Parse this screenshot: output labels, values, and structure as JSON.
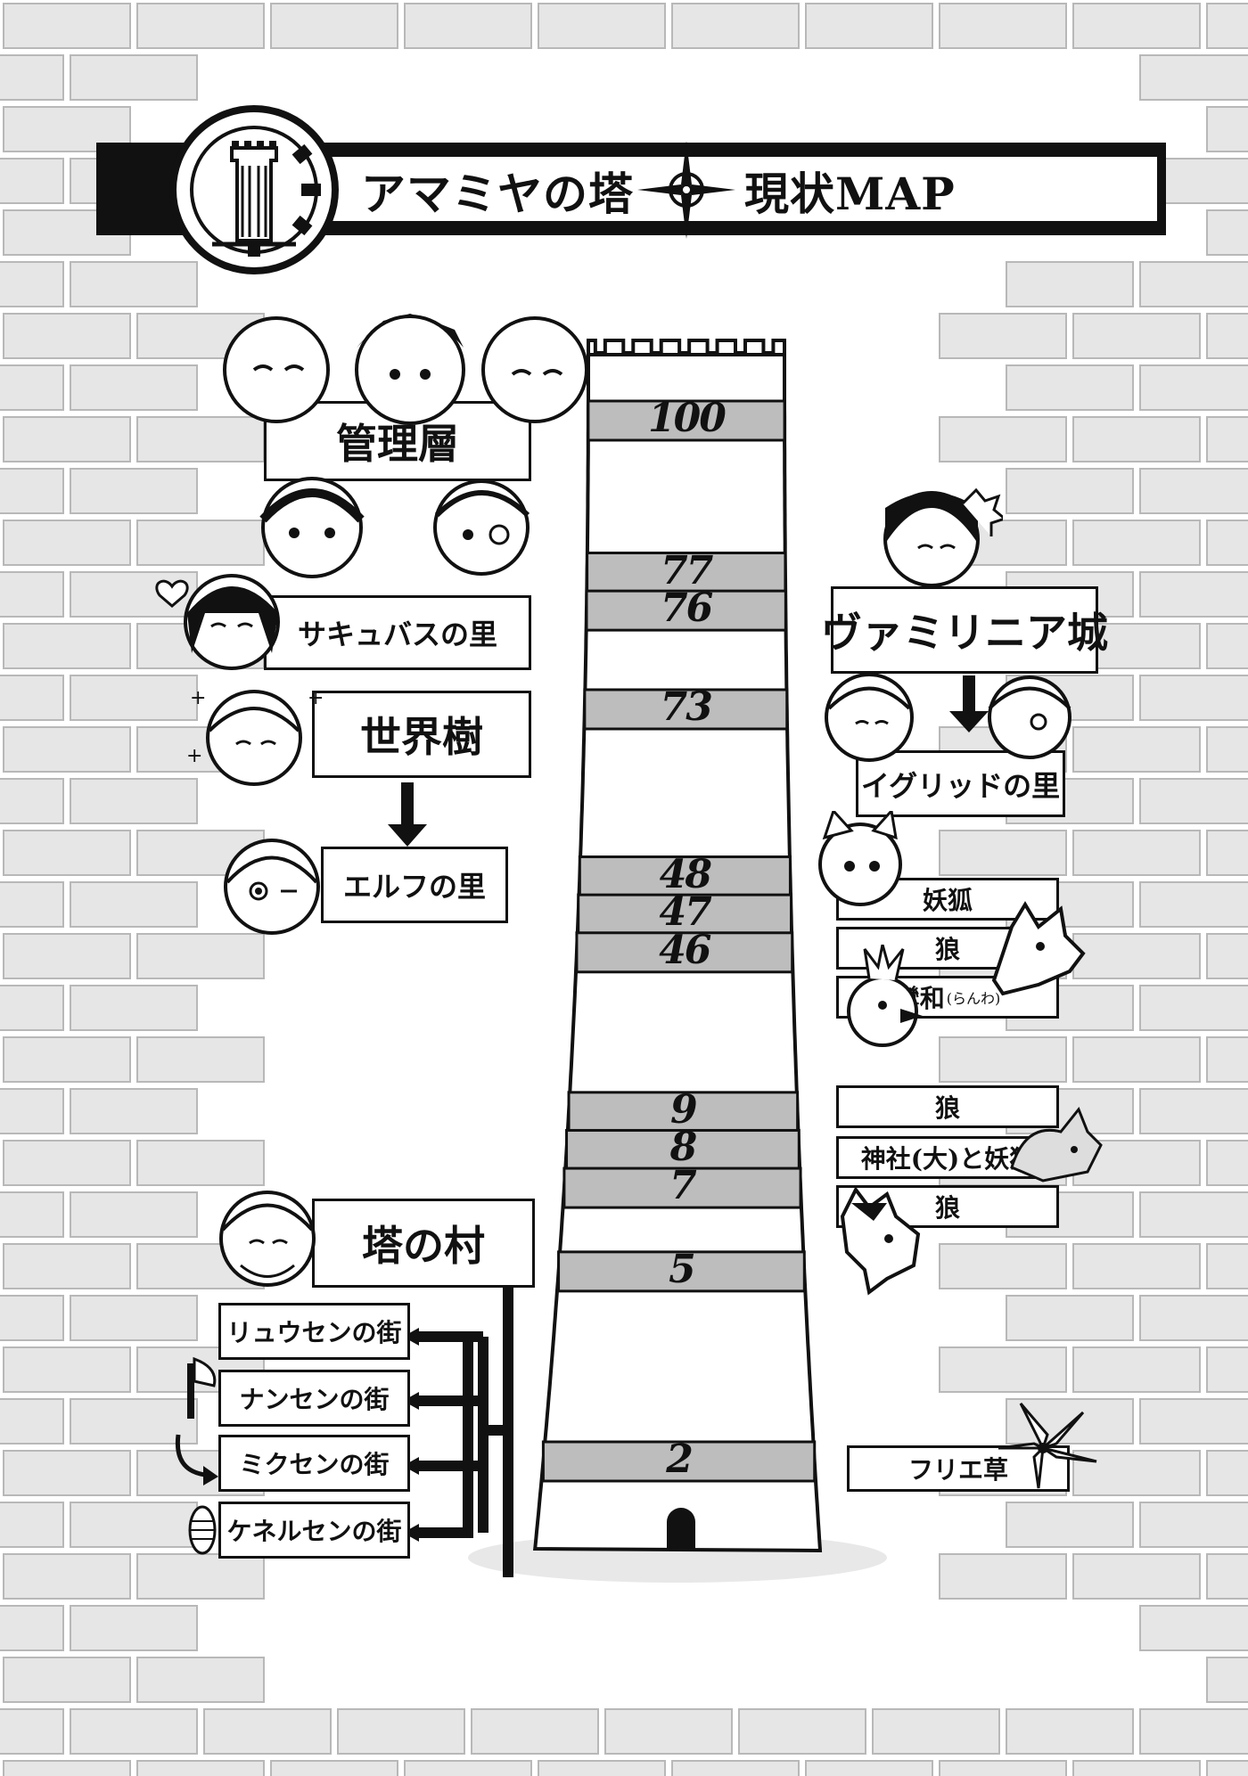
{
  "header": {
    "title_left": "アマミヤの塔",
    "title_right": "現状MAP"
  },
  "tower": {
    "floors": [
      "100",
      "77",
      "76",
      "73",
      "48",
      "47",
      "46",
      "9",
      "8",
      "7",
      "5",
      "2"
    ]
  },
  "left_labels": {
    "kanri": "管理層",
    "succubus": "サキュバスの里",
    "sekaiju": "世界樹",
    "elf": "エルフの里",
    "tou_no_mura": "塔の村",
    "ryusen": "リュウセンの街",
    "nansen": "ナンセンの街",
    "mikusen": "ミクセンの街",
    "kenerusen": "ケネルセンの街"
  },
  "right_labels": {
    "vermillion": "ヴァミリニア城",
    "igrid": "イグリッドの里",
    "youko": "妖狐",
    "ookami_47": "狼",
    "ranwa": "鸞和",
    "ranwa_reading": "(らんわ)",
    "ookami_9": "狼",
    "jinja": "神社(大)と妖狐",
    "ookami_7": "狼",
    "furie": "フリエ草"
  },
  "colors": {
    "ink": "#111111",
    "brick_fill": "#e6e6e6",
    "brick_line": "#b8b8b8",
    "floor_band": "#bdbdbd",
    "shadow": "#e8e8e8"
  }
}
